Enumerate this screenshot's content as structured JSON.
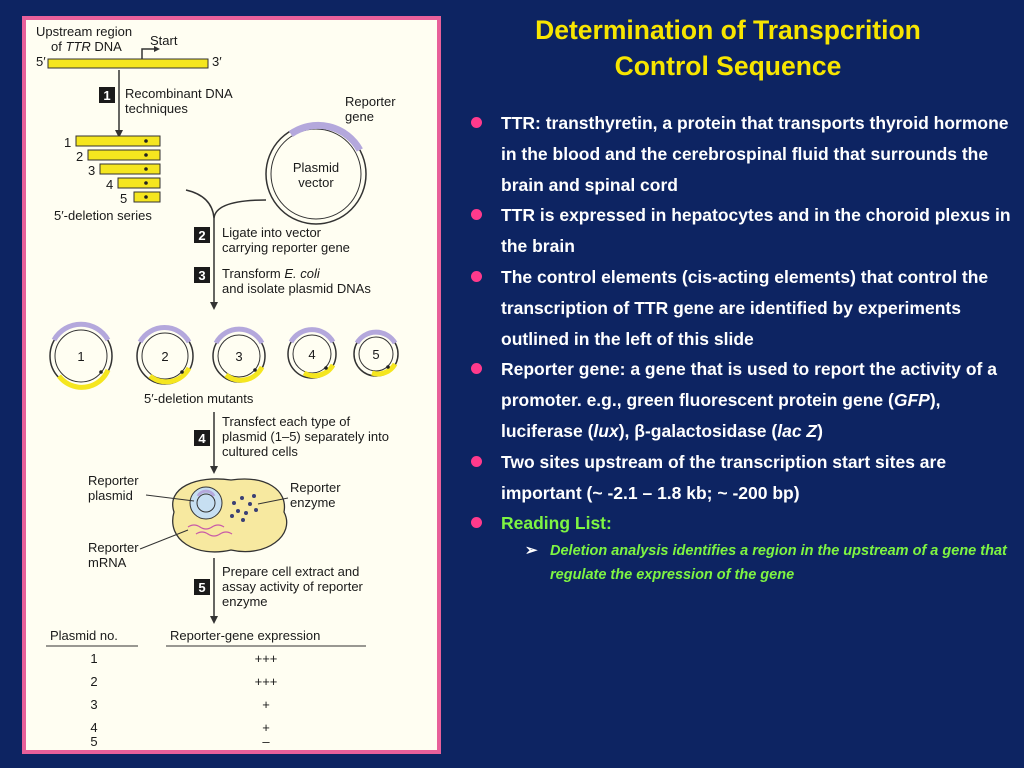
{
  "slide": {
    "title_line1": "Determination of Transpcrition",
    "title_line2": "Control Sequence"
  },
  "bullets": [
    "TTR: transthyretin, a protein that transports thyroid hormone in the blood and the cerebrospinal fluid that surrounds the brain and spinal cord",
    "TTR is expressed in hepatocytes and in the choroid plexus in the brain",
    "The control elements (cis-acting elements) that control the transcription of TTR gene are identified by experiments outlined in the left of this slide",
    {
      "before_gfp": "Reporter gene: a gene that is used to report the activity of a promoter. e.g.,  green fluorescent protein gene (",
      "gfp": "GFP",
      "before_lux": "), luciferase (",
      "lux": "lux",
      "before_beta": "), ",
      "beta": "β",
      "before_lacz": "-galactosidase (",
      "lacz": "lac Z",
      "end": ")"
    },
    "Two sites upstream of the transcription start sites are important (~ -2.1 – 1.8 kb; ~ -200 bp)"
  ],
  "reading": {
    "label": "Reading List:",
    "items": [
      "Deletion analysis identifies a region in the upstream of a gene that regulate the expression of the gene"
    ]
  },
  "figure": {
    "upstream_line1": "Upstream region",
    "upstream_of": "of ",
    "upstream_ttr": "TTR",
    "upstream_dna": " DNA",
    "start": "Start",
    "five_prime": "5′",
    "three_prime": "3′",
    "steps": [
      {
        "number": "1",
        "lines": [
          "Recombinant DNA",
          "techniques"
        ]
      },
      {
        "number": "2",
        "lines": [
          "Ligate into vector",
          "carrying reporter gene"
        ]
      },
      {
        "number": "3",
        "line1_before": "Transform ",
        "line1_italic": "E. coli",
        "line2": "and isolate plasmid DNAs"
      },
      {
        "number": "4",
        "lines": [
          "Transfect each type of",
          "plasmid (1–5) separately into",
          "cultured cells"
        ]
      },
      {
        "number": "5",
        "lines": [
          "Prepare cell extract and",
          "assay activity of reporter",
          "enzyme"
        ]
      }
    ],
    "deletion_numbers": [
      "1",
      "2",
      "3",
      "4",
      "5"
    ],
    "deletion_series": "5′-deletion series",
    "reporter_gene": [
      "Reporter",
      "gene"
    ],
    "plasmid_vector": [
      "Plasmid",
      "vector"
    ],
    "mutant_numbers": [
      "1",
      "2",
      "3",
      "4",
      "5"
    ],
    "deletion_mutants": "5′-deletion mutants",
    "reporter_plasmid": [
      "Reporter",
      "plasmid"
    ],
    "reporter_enzyme": [
      "Reporter",
      "enzyme"
    ],
    "reporter_mrna": [
      "Reporter",
      "mRNA"
    ],
    "table": {
      "headers": [
        "Plasmid no.",
        "Reporter-gene expression"
      ],
      "rows": [
        [
          "1",
          "+++"
        ],
        [
          "2",
          "+++"
        ],
        [
          "3",
          "+"
        ],
        [
          "4",
          "+"
        ],
        [
          "5",
          "–"
        ]
      ]
    }
  },
  "colors": {
    "background": "#0d2462",
    "title": "#f7e500",
    "bullet": "#ff3a8c",
    "reading": "#7ef542",
    "panel_border": "#e8609a",
    "dna_yellow": "#f5e61f",
    "reporter_lavender": "#b4a8dc"
  }
}
